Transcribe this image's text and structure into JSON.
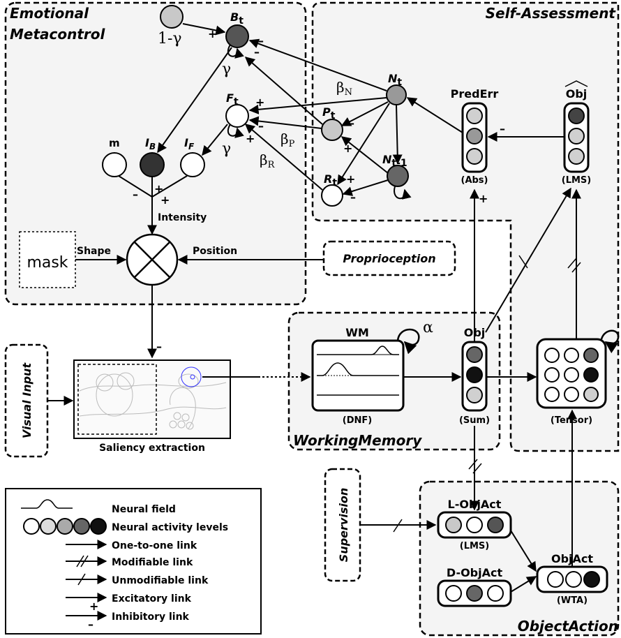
{
  "sections": {
    "emotional": "Emotional",
    "metacontrol": "Metacontrol",
    "self_assessment": "Self-Assessment",
    "working_memory": "WorkingMemory",
    "object_action": "ObjectAction"
  },
  "inputs": {
    "visual": "Visual Input",
    "proprioception": "Proprioception",
    "supervision": "Supervision"
  },
  "emo": {
    "one_minus_gamma": "1-γ",
    "gamma": "γ",
    "beta_n": "β",
    "beta_n_sub": "N",
    "beta_p": "β",
    "beta_p_sub": "P",
    "beta_r": "β",
    "beta_r_sub": "R",
    "m": "m",
    "intensity": "Intensity",
    "shape": "Shape",
    "position": "Position",
    "mask": "mask",
    "plus": "+",
    "minus": "–"
  },
  "nodes": {
    "B": "B",
    "B_sub": "t",
    "F": "F",
    "F_sub": "t",
    "I_B": "I",
    "I_B_sub": "B",
    "I_F": "I",
    "I_F_sub": "F",
    "N": "N",
    "N_sub": "t",
    "P": "P",
    "P_sub": "t",
    "R": "R",
    "R_sub": "t",
    "N_prev": "N",
    "N_prev_sub": "t-1"
  },
  "blocks": {
    "pred_err": "PredErr",
    "abs": "(Abs)",
    "obj_hat": "Obj",
    "lms_top": "(LMS)",
    "wm": "WM",
    "dnf": "(DNF)",
    "alpha": "α",
    "obj": "Obj",
    "sum": "(Sum)",
    "tensor": "(Tensor)",
    "saliency": "Saliency extraction",
    "l_objact": "L-ObjAct",
    "lms_bottom": "(LMS)",
    "d_objact": "D-ObjAct",
    "objact": "ObjAct",
    "wta": "(WTA)"
  },
  "legend": [
    {
      "key": "neural_field",
      "label": "Neural field"
    },
    {
      "key": "activity",
      "label": "Neural activity levels"
    },
    {
      "key": "one_to_one",
      "label": "One-to-one link"
    },
    {
      "key": "modifiable",
      "label": "Modifiable link"
    },
    {
      "key": "unmodifiable",
      "label": "Unmodifiable link"
    },
    {
      "key": "excitatory",
      "label": "Excitatory link"
    },
    {
      "key": "inhibitory",
      "label": "Inhibitory link"
    }
  ],
  "colors": {
    "dark": "#555555",
    "mid": "#999999",
    "light": "#d0d0d0",
    "black": "#111111",
    "panel": "#f4f4f4"
  }
}
